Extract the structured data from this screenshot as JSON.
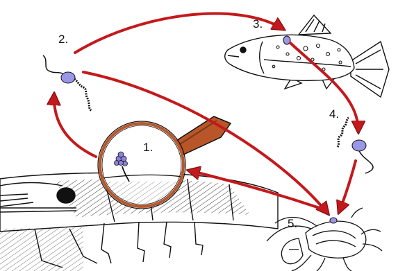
{
  "labels": {
    "step1": "1.",
    "step2": "2.",
    "step3": "3.",
    "step4": "4.",
    "step5": "5."
  },
  "icons": {
    "shrimp": "shrimp-illustration",
    "fish": "trout-illustration",
    "crayfish": "crayfish-illustration",
    "magnifier": "magnifying-glass",
    "zoospore": "biflagellate-zoospore"
  },
  "colors": {
    "arrow": "#c4191c",
    "arrow_stroke": "#7a0e10",
    "handle": "#b8562a",
    "spore": "#9a97e6",
    "sporangium": "#8c82d9"
  }
}
